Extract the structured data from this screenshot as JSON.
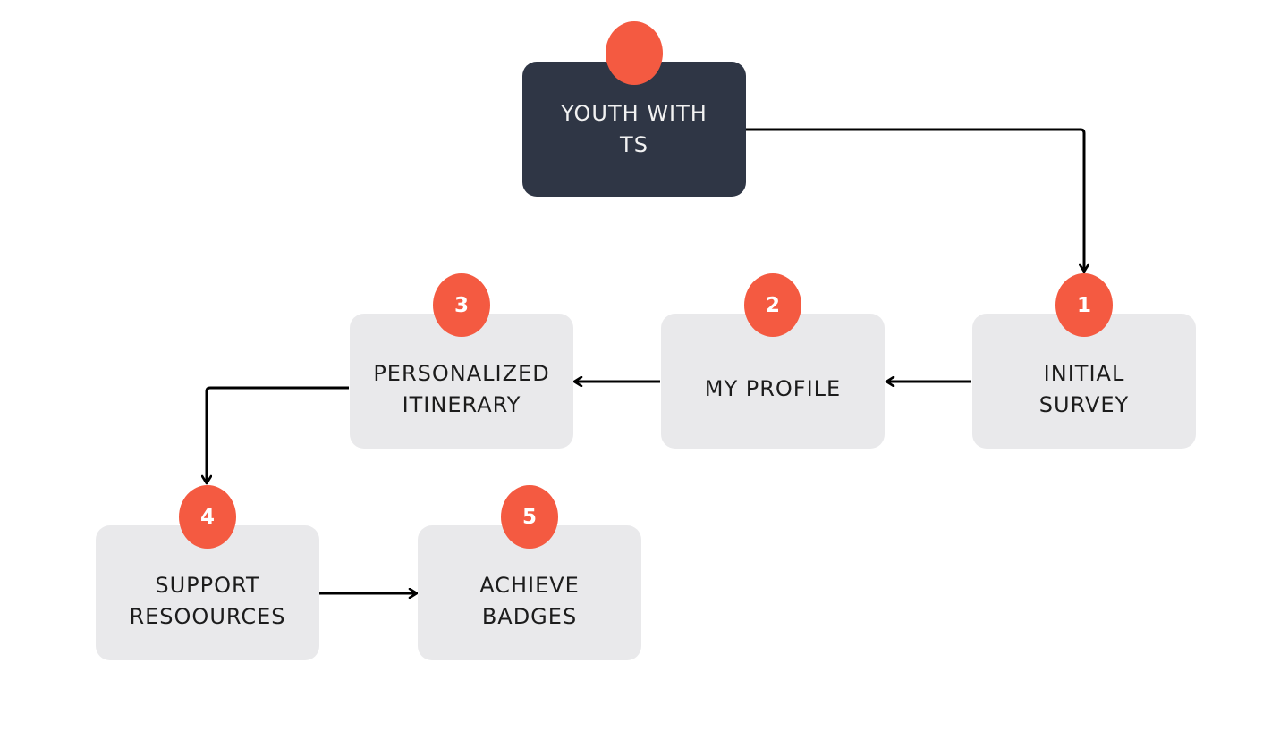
{
  "diagram": {
    "colors": {
      "accent": "#f45a41",
      "dark_node": "#2f3645",
      "light_node": "#e9e9eb",
      "arrow": "#000000"
    },
    "start_node": {
      "label": "YOUTH WITH\nTS"
    },
    "steps": [
      {
        "number": "1",
        "label": "INITIAL\nSURVEY"
      },
      {
        "number": "2",
        "label": "MY PROFILE"
      },
      {
        "number": "3",
        "label": "PERSONALIZED\nITINERARY"
      },
      {
        "number": "4",
        "label": "SUPPORT\nRESOOURCES"
      },
      {
        "number": "5",
        "label": "ACHIEVE\nBADGES"
      }
    ],
    "connections": [
      {
        "from": "start",
        "to": "1"
      },
      {
        "from": "1",
        "to": "2"
      },
      {
        "from": "2",
        "to": "3"
      },
      {
        "from": "3",
        "to": "4"
      },
      {
        "from": "4",
        "to": "5"
      }
    ]
  }
}
